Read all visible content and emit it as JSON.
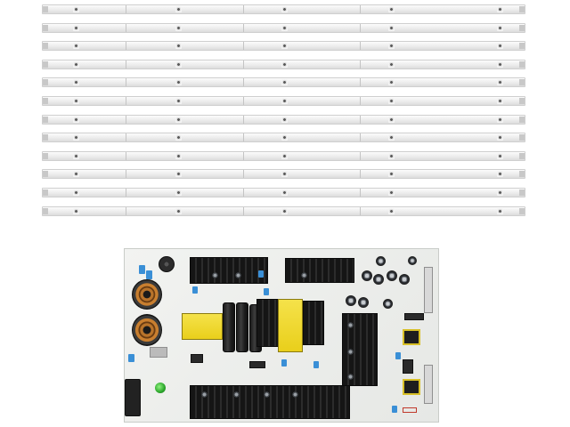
{
  "scene": {
    "strip_count": 12,
    "strip_label_text": "",
    "colors": {
      "background": "#ffffff",
      "strip": "#ececec",
      "board": "#ecedeb",
      "heatsink": "#1d1d1d",
      "transformer": "#efd82e",
      "accent_blue": "#3a8fd6",
      "copper_coil": "#b8732a"
    },
    "components": {
      "led_strips": "led-backlight-strip",
      "board": "power-supply-board"
    }
  }
}
